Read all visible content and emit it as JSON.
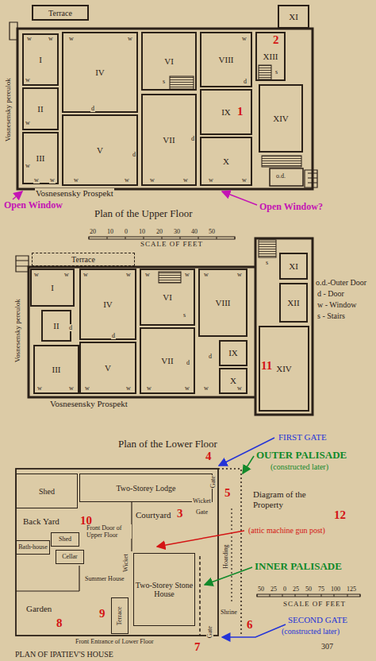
{
  "diagram": {
    "nodes": [
      {
        "text": [
          "Terrace"
        ]
      },
      {
        "text": [
          "I"
        ]
      },
      {
        "text": [
          "II"
        ]
      },
      {
        "text": [
          "III"
        ]
      },
      {
        "text": [
          "IV"
        ]
      },
      {
        "text": [
          "V"
        ]
      },
      {
        "text": [
          "VI"
        ]
      },
      {
        "text": [
          "VII"
        ]
      },
      {
        "text": [
          "VIII"
        ]
      },
      {
        "text": [
          "IX"
        ]
      },
      {
        "text": [
          "X"
        ]
      },
      {
        "text": [
          "XI"
        ]
      },
      {
        "text": [
          "XIII"
        ]
      },
      {
        "text": [
          "XIV"
        ]
      },
      {
        "text": [
          "Terrace"
        ]
      },
      {
        "text": [
          "I"
        ]
      },
      {
        "text": [
          "II"
        ]
      },
      {
        "text": [
          "III"
        ]
      },
      {
        "text": [
          "IV"
        ]
      },
      {
        "text": [
          "V"
        ]
      },
      {
        "text": [
          "VI"
        ]
      },
      {
        "text": [
          "VII"
        ]
      },
      {
        "text": [
          "VIII"
        ]
      },
      {
        "text": [
          "IX"
        ]
      },
      {
        "text": [
          "X"
        ]
      },
      {
        "text": [
          "XI"
        ]
      },
      {
        "text": [
          "XII"
        ]
      },
      {
        "text": [
          "XIV"
        ]
      },
      {
        "text": [
          "Shed"
        ]
      },
      {
        "text": [
          "Two-Storey Lodge"
        ]
      },
      {
        "text": [
          "Bath-house"
        ]
      },
      {
        "text": [
          "Shed"
        ]
      },
      {
        "text": [
          "Cellar"
        ]
      },
      {
        "text": [
          "Two-Storey Stone House"
        ]
      },
      {
        "text": [
          "Terrace"
        ]
      }
    ],
    "labels": [
      "Vosnesensky pereulok",
      "Vosnesensky Prospekt",
      "Open Window",
      "Plan of the Upper Floor",
      "Open Window?",
      "1",
      "2",
      "o.d.",
      "w",
      "w",
      "w",
      "w",
      "w",
      "w",
      "w",
      "w",
      "w",
      "w",
      "w",
      "w",
      "w",
      "w",
      "w",
      "w",
      "d",
      "d",
      "d",
      "d",
      "s",
      "s",
      "Vosnesensky pereulok",
      "Vosnesensky Prospekt",
      "o.d.-Outer Door",
      "d - Door",
      "w - Window",
      "s - Stairs",
      "11",
      "Plan of the Lower Floor",
      "w",
      "w",
      "w",
      "w",
      "w",
      "w",
      "w",
      "w",
      "w",
      "w",
      "w",
      "w",
      "w",
      "w",
      "w",
      "w",
      "d",
      "d",
      "d",
      "d",
      "s",
      "s",
      "20 10 0 10 20 30 40 50",
      "SCALE OF FEET",
      "Back Yard",
      "10",
      "Courtyard",
      "3",
      "Wicket",
      "Gate",
      "Front Door of Upper Floor",
      "Summer House",
      "Wicket",
      "Garden",
      "8",
      "9",
      "Front Entrance of Lower Floor",
      "7",
      "Gate",
      "Gate",
      "4",
      "Hoarding",
      "Shrine",
      "6",
      "FIRST GATE",
      "OUTER PALISADE",
      "(constructed later)",
      "5",
      "Diagram of the Property",
      "12",
      "(attic machine gun post)",
      "INNER PALISADE",
      "50 25 0 25 50 75 100 125",
      "SCALE OF FEET",
      "SECOND GATE",
      "(constructed later)",
      "307",
      "PLAN OF IPATIEV'S HOUSE"
    ]
  }
}
